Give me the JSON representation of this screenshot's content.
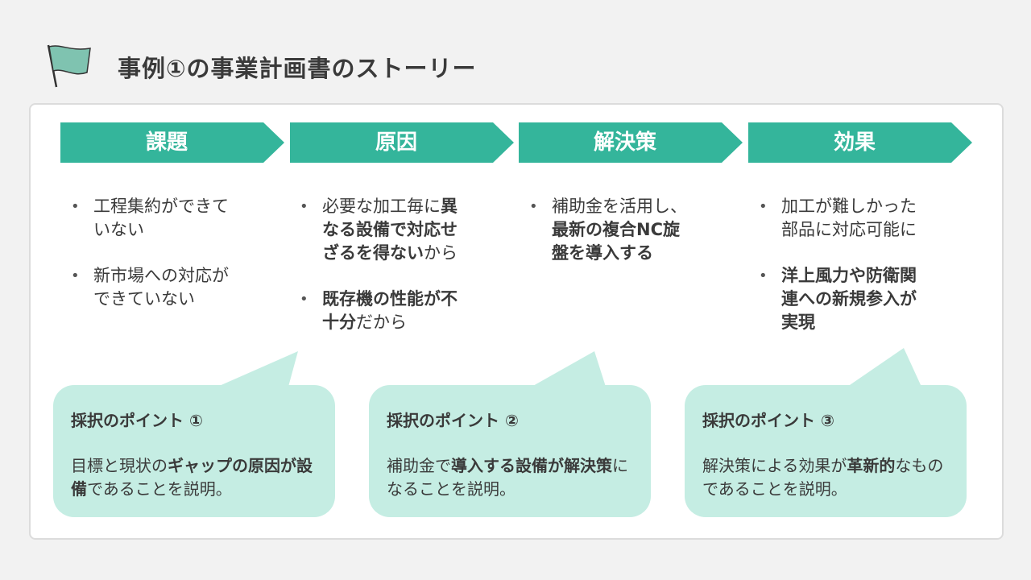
{
  "title": "事例①の事業計画書のストーリー",
  "colors": {
    "accent": "#34b59b",
    "bubble": "#c5ede3",
    "flag": "#7fc3b0"
  },
  "headers": [
    "課題",
    "原因",
    "解決策",
    "効果"
  ],
  "columns": [
    [
      [
        {
          "t": "工程集約ができていない",
          "b": false
        }
      ],
      [
        {
          "t": "新市場への対応ができていない",
          "b": false
        }
      ]
    ],
    [
      [
        {
          "t": "必要な加工毎に",
          "b": false
        },
        {
          "t": "異なる設備で対応せざるを得ない",
          "b": true
        },
        {
          "t": "から",
          "b": false
        }
      ],
      [
        {
          "t": "既存機の性能が不十分",
          "b": true
        },
        {
          "t": "だから",
          "b": false
        }
      ]
    ],
    [
      [
        {
          "t": "補助金を活用し、",
          "b": false
        },
        {
          "t": "最新の複合NC旋盤を導入する",
          "b": true
        }
      ]
    ],
    [
      [
        {
          "t": "加工が難しかった部品に対応可能に",
          "b": false
        }
      ],
      [
        {
          "t": "洋上風力や防衛関連への新規参入が実現",
          "b": true
        }
      ]
    ]
  ],
  "points": [
    {
      "title": "採択のポイント ①",
      "text": [
        {
          "t": "目標と現状の",
          "b": false
        },
        {
          "t": "ギャップの原因が設備",
          "b": true
        },
        {
          "t": "であることを説明。",
          "b": false
        }
      ]
    },
    {
      "title": "採択のポイント ②",
      "text": [
        {
          "t": "補助金で",
          "b": false
        },
        {
          "t": "導入する設備が解決策",
          "b": true
        },
        {
          "t": "になることを説明。",
          "b": false
        }
      ]
    },
    {
      "title": "採択のポイント ③",
      "text": [
        {
          "t": "解決策による効果が",
          "b": false
        },
        {
          "t": "革新的",
          "b": true
        },
        {
          "t": "なものであることを説明。",
          "b": false
        }
      ]
    }
  ]
}
